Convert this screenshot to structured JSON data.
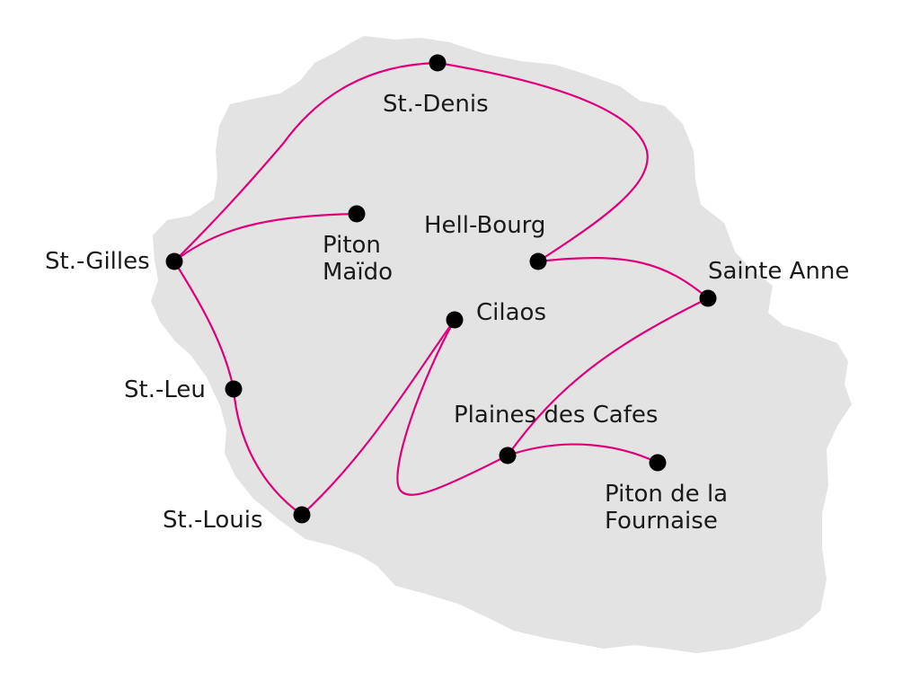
{
  "colors": {
    "background": "#ffffff",
    "island": "#e3e3e3",
    "route": "#e0007a",
    "marker": "#000000",
    "label": "#1a1a1a"
  },
  "places": {
    "st_denis": {
      "lines": [
        "St.-Denis"
      ]
    },
    "piton_maido": {
      "lines": [
        "Piton",
        "Maïdo"
      ]
    },
    "hell_bourg": {
      "lines": [
        "Hell-Bourg"
      ]
    },
    "st_gilles": {
      "lines": [
        "St.-Gilles"
      ]
    },
    "sainte_anne": {
      "lines": [
        "Sainte Anne"
      ]
    },
    "cilaos": {
      "lines": [
        "Cilaos"
      ]
    },
    "st_leu": {
      "lines": [
        "St.-Leu"
      ]
    },
    "plaines_des_cafes": {
      "lines": [
        "Plaines des Cafes"
      ]
    },
    "piton_de_la_fournaise": {
      "lines": [
        "Piton de la",
        "Fournaise"
      ]
    },
    "st_louis": {
      "lines": [
        "St.-Louis"
      ]
    }
  }
}
